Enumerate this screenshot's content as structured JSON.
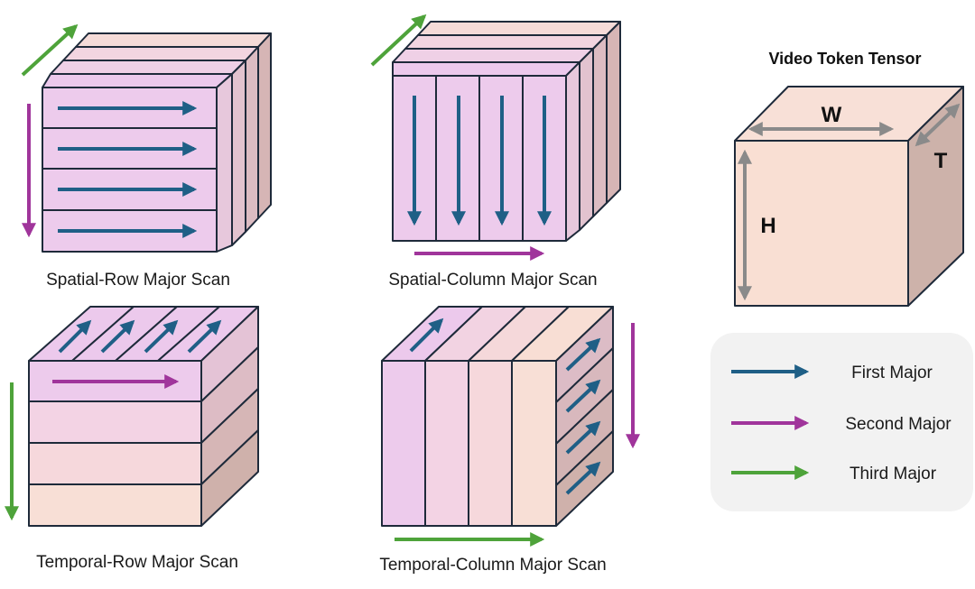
{
  "colors": {
    "first_major": "#1f5f86",
    "second_major": "#a0359b",
    "third_major": "#4ea33a",
    "dimension_arrow": "#8a8a8a",
    "outline": "#1e2a3a",
    "legend_bg": "#f2f2f2"
  },
  "captions": {
    "spatial_row": "Spatial-Row Major Scan",
    "spatial_column": "Spatial-Column Major Scan",
    "temporal_row": "Temporal-Row Major Scan",
    "temporal_column": "Temporal-Column Major Scan"
  },
  "tensor": {
    "title": "Video Token Tensor",
    "width_label": "W",
    "height_label": "H",
    "time_label": "T"
  },
  "legend": {
    "items": [
      {
        "label": "First Major",
        "color": "#1f5f86"
      },
      {
        "label": "Second Major",
        "color": "#a0359b"
      },
      {
        "label": "Third Major",
        "color": "#4ea33a"
      }
    ]
  }
}
